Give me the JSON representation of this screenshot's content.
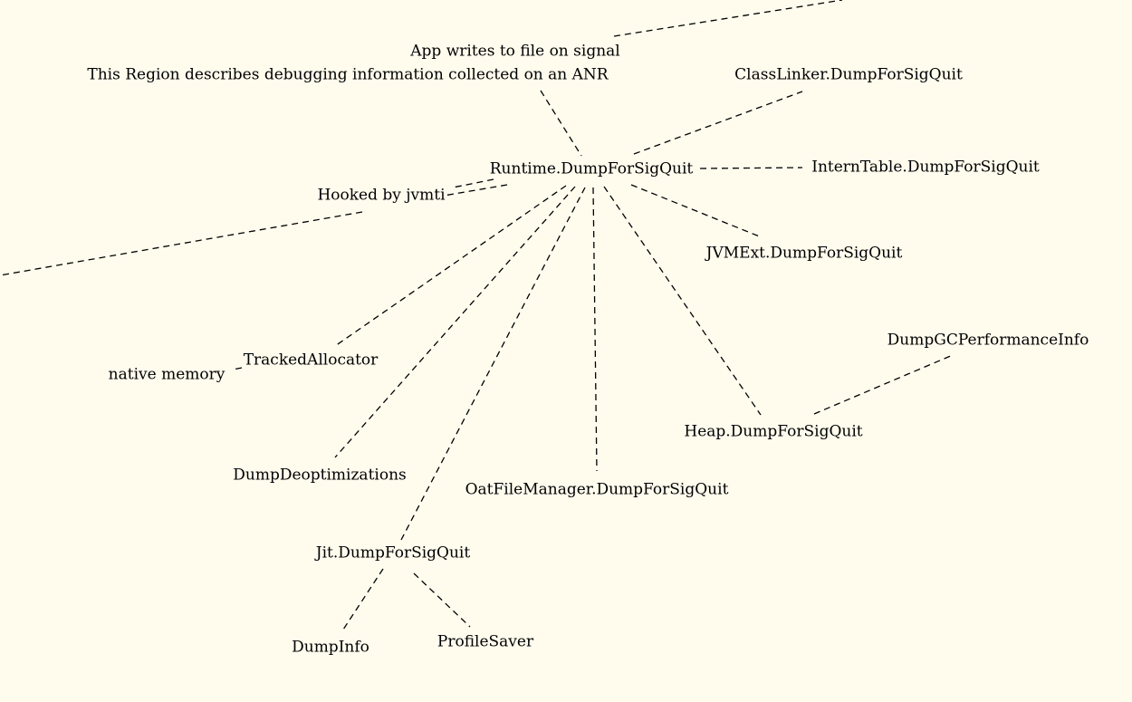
{
  "theme": {
    "background": "#fffcee",
    "text_color": "#000000",
    "edge_color": "#000000",
    "edge_style": "dashed"
  },
  "nodes": {
    "app_writes": "App writes to file on signal",
    "region_desc": "This Region describes debugging information collected on an ANR",
    "class_linker": "ClassLinker.DumpForSigQuit",
    "runtime": "Runtime.DumpForSigQuit",
    "intern_table": "InternTable.DumpForSigQuit",
    "hooked_jvmti": "Hooked by jvmti",
    "jvmext": "JVMExt.DumpForSigQuit",
    "dump_gc": "DumpGCPerformanceInfo",
    "tracked_allocator": "TrackedAllocator",
    "native_memory": "native memory",
    "heap": "Heap.DumpForSigQuit",
    "dump_deopt": "DumpDeoptimizations",
    "oat_file_manager": "OatFileManager.DumpForSigQuit",
    "jit": "Jit.DumpForSigQuit",
    "dump_info": "DumpInfo",
    "profile_saver": "ProfileSaver"
  }
}
